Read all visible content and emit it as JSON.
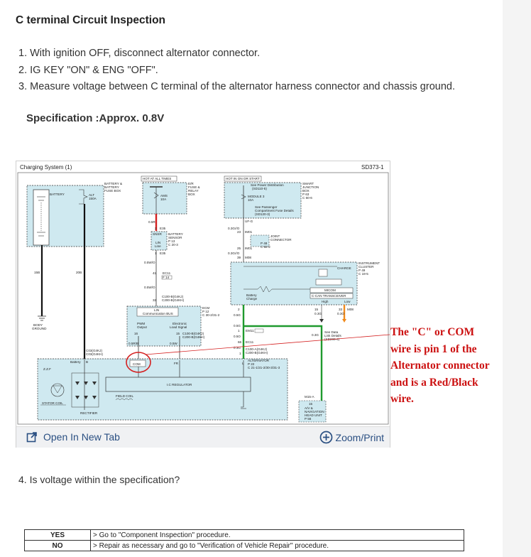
{
  "page": {
    "title": "C terminal Circuit Inspection",
    "steps": [
      "1. With ignition OFF, disconnect alternator connector.",
      "2. IG KEY \"ON\" & ENG \"OFF\".",
      "3. Measure voltage between C terminal of the alternator harness connector and chassis ground."
    ],
    "specification": "Specification :Approx. 0.8V",
    "question": "4. Is voltage within the specification?"
  },
  "diagram": {
    "title": "Charging System (1)",
    "code": "SD373-1",
    "labels": {
      "battery_fuse_box": [
        "BATTERY &",
        "BATTERY",
        "FUSE BOX"
      ],
      "battery": "BATTERY",
      "alt_fuse": [
        "ALT",
        "150A"
      ],
      "body_ground": [
        "BODY",
        "GROUND"
      ],
      "hot_at_all_times": "HOT AT ALL TIMES",
      "er_fuse_relay_box": [
        "E/R",
        "FUSE &",
        "RELAY",
        "BOX"
      ],
      "ams_fuse": [
        "AMS",
        "10A"
      ],
      "hot_in_on_or_start": "HOT IN ON OR START",
      "power_distribution": [
        "See Power Distribution",
        "(SD110-5)"
      ],
      "module3": [
        "MODULE 3",
        "10A"
      ],
      "smart_junction_box": [
        "SMART",
        "JUNCTION",
        "BOX"
      ],
      "sjb_connectors": [
        "P 63",
        "C 60-6"
      ],
      "passenger_fuse": [
        "See Passenger",
        "Compartment Fuse Details",
        "(SD120-3)"
      ],
      "battery_sensor": [
        "SNSR",
        "BATTERY",
        "SENSOR"
      ],
      "battery_sensor_conn": [
        "P 13",
        "C 20-3"
      ],
      "lin_line": [
        "LIN",
        "Line"
      ],
      "joint_connector": [
        "JOINT",
        "CONNECTOR"
      ],
      "jc_conns": [
        "P 48",
        "C 82-2"
      ],
      "instrument_cluster": [
        "INSTRUMENT",
        "CLUSTER"
      ],
      "ic_conns": [
        "P 49",
        "C 19-5"
      ],
      "charge": "CHARGE",
      "micom": "MICOM",
      "ccan": "C-CAN TRANSCEIVER",
      "high": "High",
      "low": "Low",
      "battery_charge": [
        "Battery",
        "Charge"
      ],
      "see_data_link": [
        "See Data",
        "Link Details",
        "(SD200-4)"
      ],
      "lin_comm_bus": [
        "LIN",
        "Communication BUS"
      ],
      "ecm": "ECM",
      "ecm_conns": [
        "P 12",
        "C 30-2/31-2"
      ],
      "pwm_output": [
        "PWM",
        "Output"
      ],
      "electronic_load_signal": [
        "Electronic",
        "Load Signal"
      ],
      "alternator": "ALTERNATOR",
      "alt_conns": [
        "P 22",
        "C 21-1/21-2/30-3/31-3"
      ],
      "battery_term": "Battery",
      "com": "COM",
      "fr": "FR",
      "l": "L",
      "b_term": "B",
      "ic_regulator": "I.C REGULATOR",
      "field_coil": "FIELD COIL",
      "stator_coil": "STATOR COIL",
      "rectifier": "RECTIFIER",
      "av_nav": [
        "A/V &",
        "NAVIGATION",
        "HEAD UNIT"
      ],
      "av_conns": [
        "P 56",
        "C 10-9"
      ],
      "m15a": "M15-A",
      "ab_conns": [
        "C03(G4KJ)",
        "C03(G4KH)"
      ]
    },
    "wires": {
      "w15b": "15B",
      "w20b": "20B",
      "w05r": "0.5R",
      "w05wo_1": "0.5W/O",
      "w05wo_2": "0.5W/O",
      "w05wo_3": "0.5W/O",
      "w05srb": "0.5R/B",
      "w05w": "0.5W",
      "w03grio": "0.3Gr/O",
      "w03grio2": "0.3Gr/O",
      "w05g": "0.5G",
      "w05g2": "0.5G",
      "w03g": "0.3G",
      "w03g2": "0.3G",
      "w05o": "0.5O",
      "w03o": "0.3O",
      "pins": [
        "2",
        "1",
        "41",
        "32",
        "16",
        "15",
        "23",
        "25",
        "39",
        "2",
        "1",
        "66",
        "1",
        "15",
        "33",
        "32",
        "2"
      ],
      "conn_tags": [
        "E35",
        "E35",
        "EC11",
        "F 14",
        "C100-B(G4KJ)",
        "C200-B(G4KH)",
        "C100-B(G4KJ)",
        "C200-B(G4KH)",
        "UF-G",
        "IM01",
        "IM01",
        "M08",
        "EM11",
        "EC11",
        "C100-A(G4KJ)",
        "C200-B(G4KH)",
        "M08"
      ]
    },
    "colors": {
      "red_wire": "#d42020",
      "green_wire": "#1f9a2e",
      "orange_wire": "#f08a1c",
      "box_fill": "#cfe9f0",
      "annotation": "#cc1111"
    }
  },
  "toolbar": {
    "open_new_tab": "Open In New Tab",
    "zoom_print": "Zoom/Print",
    "open_icon": "open-in-new-tab-icon",
    "zoom_icon": "zoom-plus-icon"
  },
  "annotation": {
    "lines": [
      "The \"C\" or COM",
      "wire is pin 1 of the",
      "Alternator connector",
      "and is a Red/Black",
      "wire."
    ]
  },
  "table": {
    "rows": [
      {
        "key": "YES",
        "value": "> Go to \"Component Inspection\" procedure."
      },
      {
        "key": "NO",
        "value": "> Repair as necessary and go to \"Verification of Vehicle Repair\" procedure."
      }
    ]
  }
}
